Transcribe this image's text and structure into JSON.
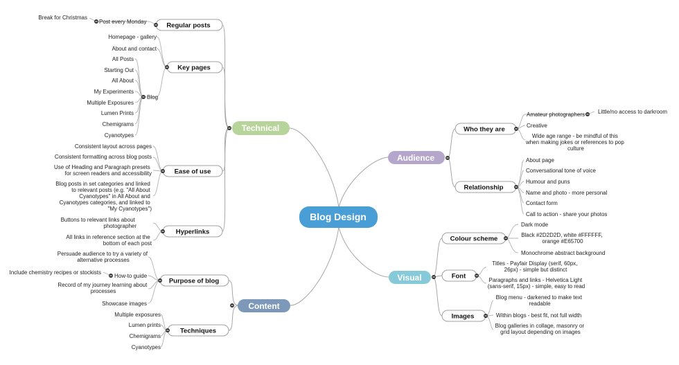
{
  "center": {
    "label": "Blog Design",
    "color": "#4a9ed6"
  },
  "technical": {
    "label": "Technical",
    "color": "#b7d49a",
    "regular_posts": {
      "label": "Regular posts",
      "post_every_monday": "Post every Monday",
      "break_for_christmas": "Break for Christmas"
    },
    "key_pages": {
      "label": "Key pages",
      "homepage": "Homepage - gallery",
      "about": "About and contact",
      "blog": "Blog",
      "blog_items": [
        "All Posts",
        "Starting Out",
        "All About",
        "My Experiments",
        "Multiple Exposures",
        "Lumen Prints",
        "Chemigrams",
        "Cyanotypes"
      ]
    },
    "ease_of_use": {
      "label": "Ease of use",
      "items": [
        [
          "Consistent layout across pages"
        ],
        [
          "Consistent formatting across blog posts"
        ],
        [
          "Use of Heading and Paragraph presets",
          "for screen readers and accessibility"
        ],
        [
          "Blog posts in set categories and linked",
          "to relevant posts (e.g. \"All About",
          "Cyanotypes\" in All About and",
          "Cyanotypes categories, and linked to",
          "\"My Cyanotypes\")"
        ]
      ]
    },
    "hyperlinks": {
      "label": "Hyperlinks",
      "items": [
        [
          "Buttons to relevant links about",
          "photographer"
        ],
        [
          "All links in reference section at the",
          "bottom of each post"
        ]
      ]
    }
  },
  "content": {
    "label": "Content",
    "color": "#7d98b8",
    "purpose": {
      "label": "Purpose of blog",
      "persuade": [
        "Persuade audience to try a variety of",
        "alternative processes"
      ],
      "how_to": "How-to guide",
      "chem": "Include chemistry recipes or stockists",
      "record": [
        "Record of my journey learning about",
        "processes"
      ],
      "showcase": "Showcase images"
    },
    "techniques": {
      "label": "Techniques",
      "items": [
        "Multiple exposures",
        "Lumen prints",
        "Chemigrams",
        "Cyanotypes"
      ]
    }
  },
  "audience": {
    "label": "Audience",
    "color": "#b5a6cc",
    "who": {
      "label": "Who they are",
      "amateur": "Amateur photographers",
      "darkroom": "Little/no access to darkroom",
      "creative": "Creative",
      "age": [
        "Wide age range - be mindful of this",
        "when making jokes or references to pop",
        "culture"
      ]
    },
    "relationship": {
      "label": "Relationship",
      "items": [
        "About page",
        "Conversational tone of voice",
        "Humour and puns",
        "Name and photo - more personal",
        "Contact form",
        "Call to action - share your photos"
      ]
    }
  },
  "visual": {
    "label": "Visual",
    "color": "#86c9d8",
    "colour_scheme": {
      "label": "Colour scheme",
      "items": [
        [
          "Dark mode"
        ],
        [
          "Black #2D2D2D, white #FFFFFF,",
          "orange #E65700"
        ],
        [
          "Monochrome abstract background"
        ]
      ]
    },
    "font": {
      "label": "Font",
      "items": [
        [
          "Titles - Payfair Display (serif, 60px,",
          "26px) - simple but distinct"
        ],
        [
          "Paragraphs and links - Helvetica Light",
          "(sans-serif, 15px) - simple, easy to read"
        ]
      ]
    },
    "images": {
      "label": "Images",
      "items": [
        [
          "Blog menu - darkened to make text",
          "readable"
        ],
        [
          "Within blogs - best fit, not full width"
        ],
        [
          "Blog galleries in collage, masonry or",
          "grid layout depending on images"
        ]
      ]
    }
  }
}
